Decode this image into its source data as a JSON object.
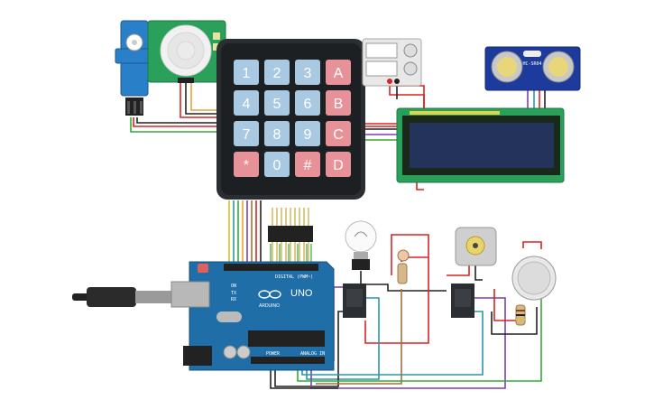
{
  "keypad": {
    "keys": [
      "1",
      "2",
      "3",
      "A",
      "4",
      "5",
      "6",
      "B",
      "7",
      "8",
      "9",
      "C",
      "*",
      "0",
      "#",
      "D"
    ]
  },
  "arduino": {
    "brand": "ARDUINO",
    "model": "UNO",
    "digital_header": "DIGITAL (PWM~)",
    "power_header": "POWER",
    "analog_header": "ANALOG IN",
    "on_led": "ON",
    "tx_label": "TX",
    "rx_label": "RX"
  },
  "ultrasonic": {
    "label": "HC-SR04"
  },
  "colors": {
    "board": "#1f6ea8",
    "keypad_body": "#2b2f33",
    "key_blue": "#a9c8e2",
    "key_red": "#e79298",
    "lcd_board": "#2aa05a",
    "lcd_screen": "#23335a",
    "pir_board": "#2aa05a",
    "wire_red": "#d22",
    "wire_black": "#222",
    "wire_green": "#3a3",
    "wire_purple": "#7a3fb0",
    "wire_orange": "#e9a13b",
    "wire_teal": "#2a97a8",
    "wire_brown": "#a07040",
    "wire_yellow": "#d6c21e"
  },
  "components": [
    "servo-motor",
    "pir-sensor",
    "keypad-4x4",
    "power-supply",
    "ultrasonic-sensor",
    "lcd-16x2",
    "light-bulb",
    "photoresistor",
    "relay-1",
    "relay-2",
    "dc-motor",
    "gas-sensor",
    "resistor",
    "arduino-uno"
  ]
}
